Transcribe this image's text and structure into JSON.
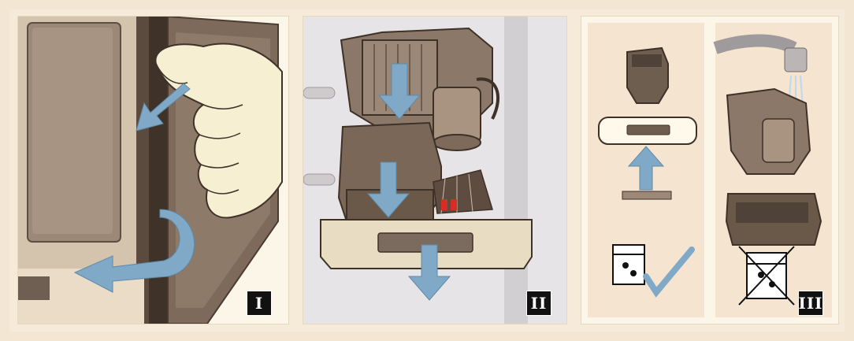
{
  "steps": [
    {
      "badge": "I",
      "icon": "open-door-hand"
    },
    {
      "badge": "II",
      "icon": "remove-brewing-unit-and-drip-tray"
    },
    {
      "badge": "III",
      "icon": "clean-parts-water-no-dishwasher"
    }
  ],
  "colors": {
    "panel_bg": "#fbf6e8",
    "skin": "#f6efd2",
    "arrow": "#7fa9c6",
    "machine_dark": "#6e5e50",
    "machine_mid": "#9a8673",
    "tray": "#e8dcc2"
  }
}
